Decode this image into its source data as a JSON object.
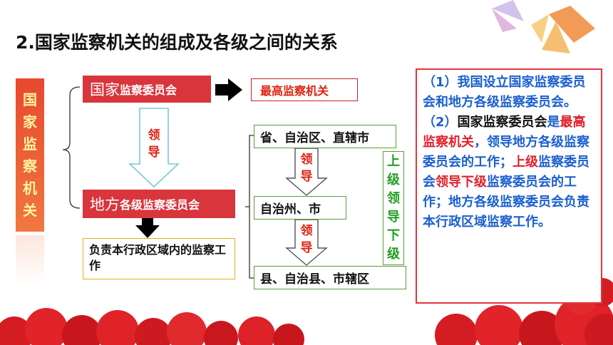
{
  "title": "2.国家监察机关的组成及各级之间的关系",
  "side_label": "国家监察机关",
  "national": {
    "prefix": "国家",
    "suffix": "监察委员会",
    "result": "最高监察机关"
  },
  "local": {
    "prefix": "地方",
    "suffix": "各级监察委员会",
    "duty": "负责本行政区域内的监察工作"
  },
  "lead_label": "领导",
  "levels": [
    "省、自治区、直辖市",
    "自治州、市",
    "县、自治县、市辖区"
  ],
  "upper_lead": "上级领导下级",
  "info": {
    "p1_num": "（1）",
    "p1_text": "我国设立国家监察委员会和地方各级监察委员会。",
    "p2_num": "（2）",
    "p2_a": "国家监察委员会",
    "p2_b": "是",
    "p2_c": "最高监察机关",
    "p2_d": "，领导地方各级监察委员会的工作；",
    "p2_e": "上级",
    "p2_f": "监察委员会",
    "p2_g": "领导下级",
    "p2_h": "监察委员会的工作；地方各级监察委员会负责本行政区域监察工作。"
  },
  "colors": {
    "accent_red": "#d8353d",
    "green": "#5b9e3a",
    "blue": "#1a5fd0"
  }
}
